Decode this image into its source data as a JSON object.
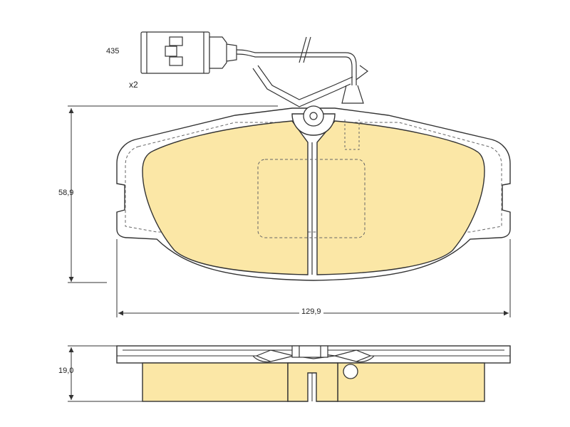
{
  "colors": {
    "pad_fill": "#fbe7a6",
    "outline": "#333333",
    "dashed": "#666666",
    "background": "#ffffff"
  },
  "labels": {
    "sensor_code": "435",
    "quantity": "x2",
    "height": "58,9",
    "width": "129,9",
    "thickness": "19,0"
  }
}
